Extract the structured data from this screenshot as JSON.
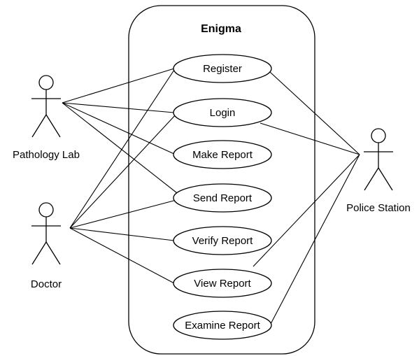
{
  "system": {
    "title": "Enigma"
  },
  "actors": [
    {
      "id": "pathology-lab",
      "label": "Pathology Lab"
    },
    {
      "id": "doctor",
      "label": "Doctor"
    },
    {
      "id": "police-station",
      "label": "Police Station"
    }
  ],
  "use_cases": [
    {
      "id": "register",
      "label": "Register"
    },
    {
      "id": "login",
      "label": "Login"
    },
    {
      "id": "make-report",
      "label": "Make Report"
    },
    {
      "id": "send-report",
      "label": "Send Report"
    },
    {
      "id": "verify-report",
      "label": "Verify Report"
    },
    {
      "id": "view-report",
      "label": "View Report"
    },
    {
      "id": "examine-report",
      "label": "Examine Report"
    }
  ],
  "associations": [
    {
      "actor": "pathology-lab",
      "use_case": "register"
    },
    {
      "actor": "pathology-lab",
      "use_case": "login"
    },
    {
      "actor": "pathology-lab",
      "use_case": "make-report"
    },
    {
      "actor": "pathology-lab",
      "use_case": "send-report"
    },
    {
      "actor": "doctor",
      "use_case": "register"
    },
    {
      "actor": "doctor",
      "use_case": "login"
    },
    {
      "actor": "doctor",
      "use_case": "send-report"
    },
    {
      "actor": "doctor",
      "use_case": "verify-report"
    },
    {
      "actor": "doctor",
      "use_case": "view-report"
    },
    {
      "actor": "police-station",
      "use_case": "register"
    },
    {
      "actor": "police-station",
      "use_case": "login"
    },
    {
      "actor": "police-station",
      "use_case": "view-report"
    },
    {
      "actor": "police-station",
      "use_case": "examine-report"
    }
  ]
}
